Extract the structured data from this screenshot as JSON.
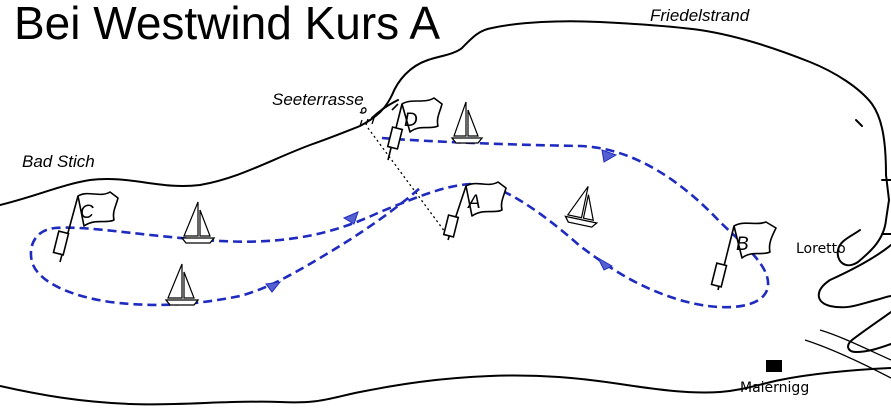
{
  "title": "Bei Westwind Kurs A",
  "places": {
    "friedelstrand": "Friedelstrand",
    "seeterrasse": "Seeterrasse",
    "bad_stich": "Bad Stich",
    "loretto": "Loretto",
    "maiernigg": "Maiernigg"
  },
  "marks": {
    "a": "A",
    "b": "B",
    "c": "C",
    "d": "D"
  },
  "colors": {
    "route": "#1f2bbf",
    "arrow": "#5560d0"
  }
}
